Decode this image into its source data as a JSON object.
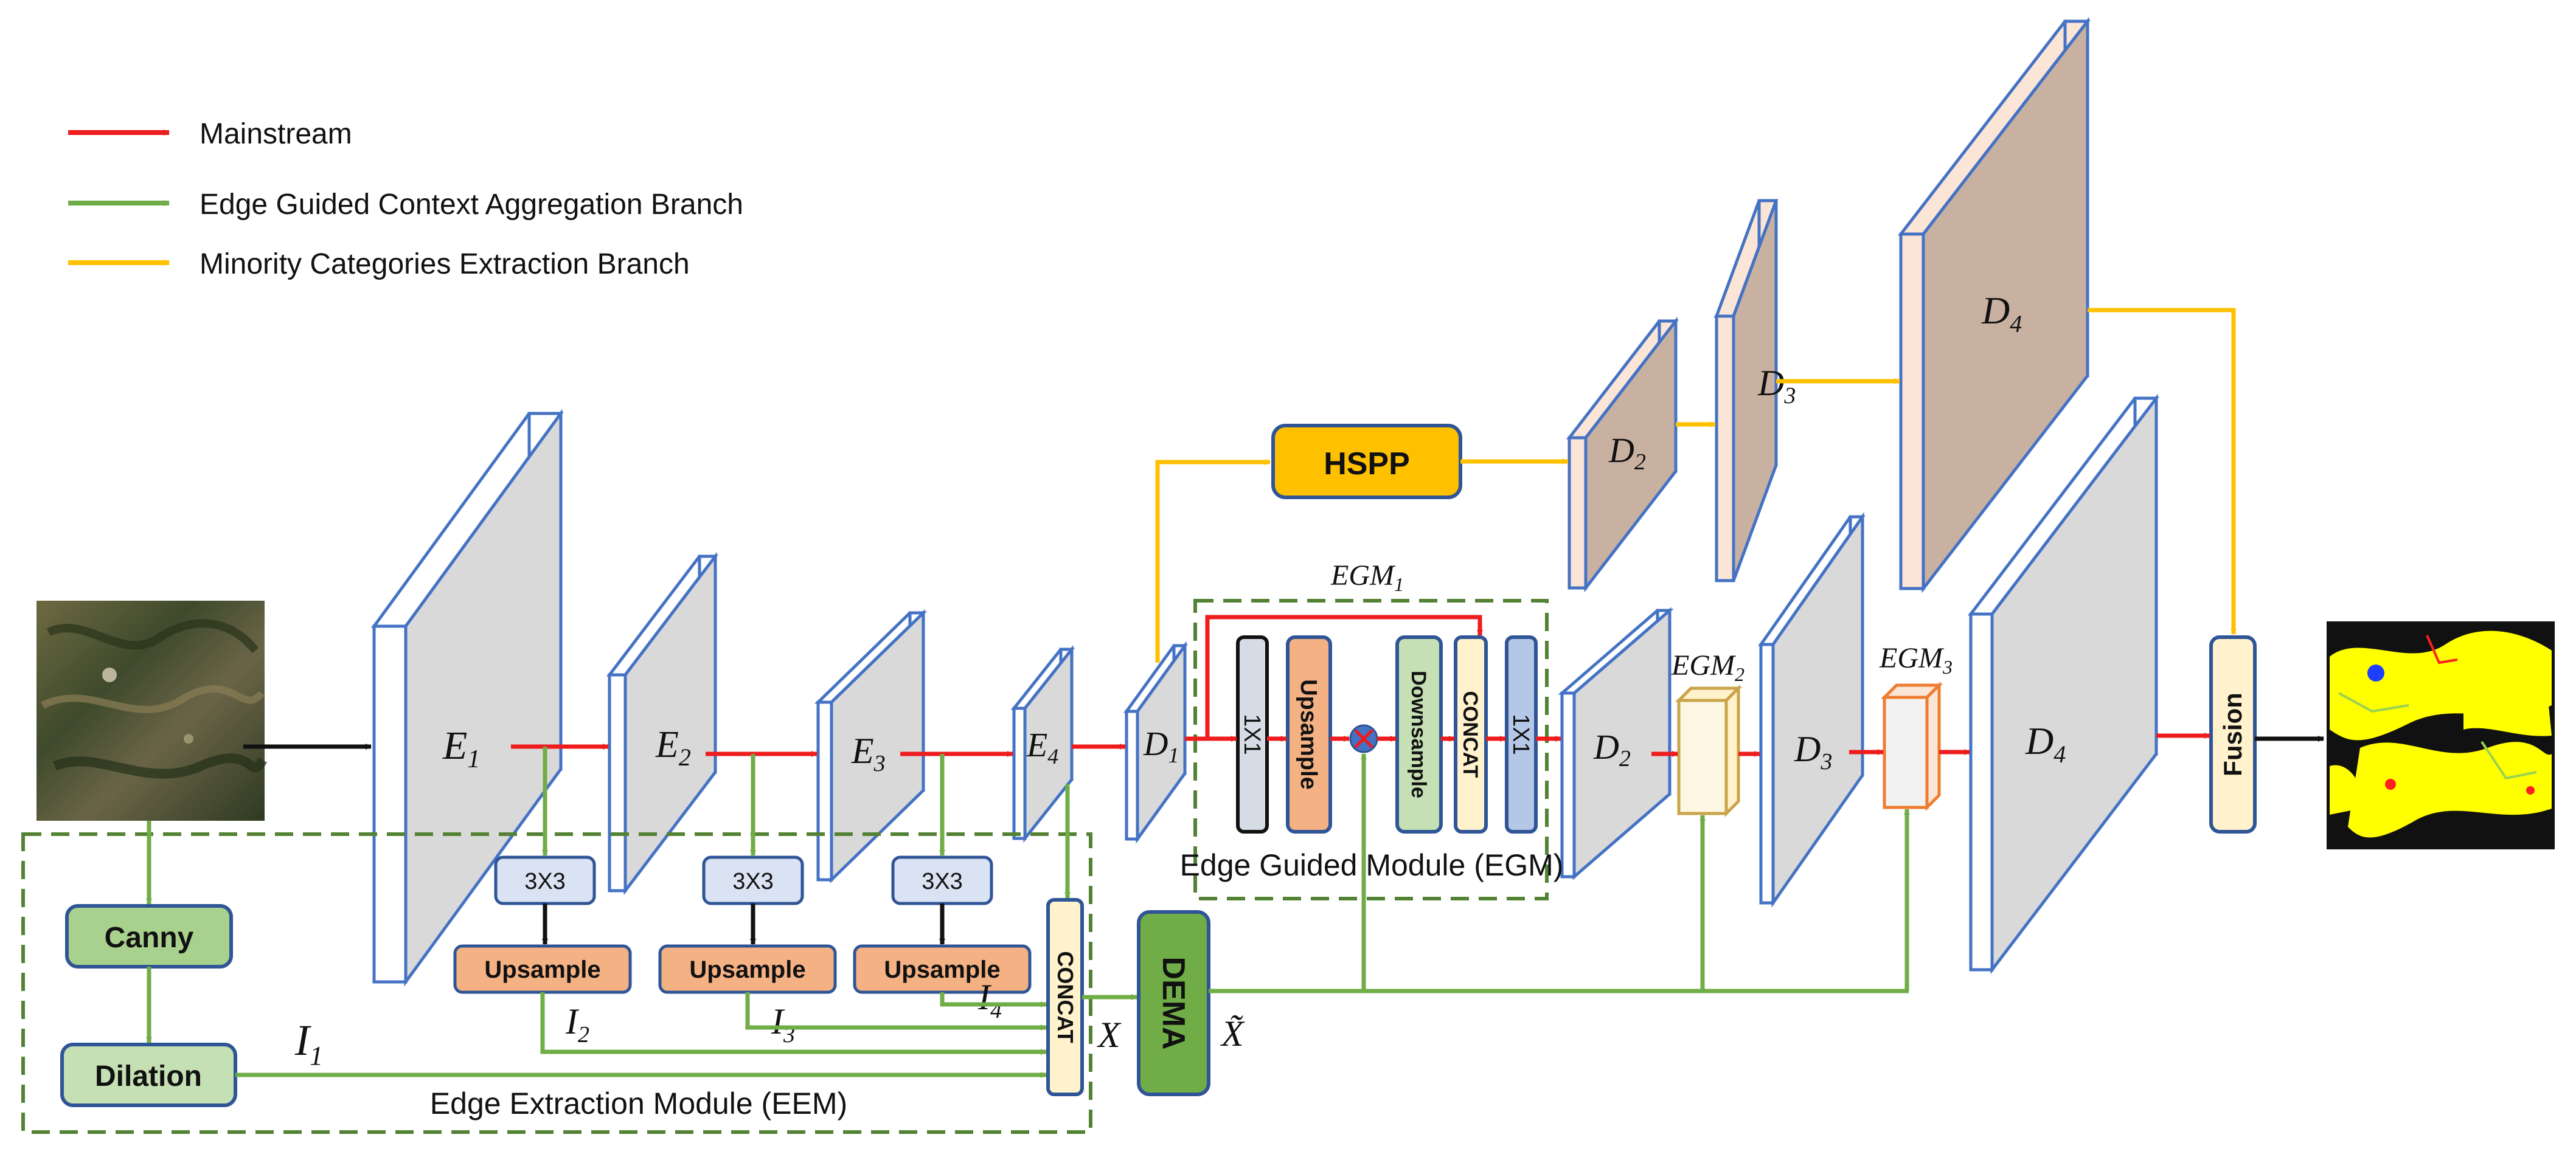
{
  "legend": {
    "mainstream": "Mainstream",
    "edge_branch": "Edge Guided Context Aggregation Branch",
    "minority_branch": "Minority Categories Extraction Branch"
  },
  "encoder": {
    "e1": "E",
    "e1_sub": "1",
    "e2": "E",
    "e2_sub": "2",
    "e3": "E",
    "e3_sub": "3",
    "e4": "E",
    "e4_sub": "4"
  },
  "decoder": {
    "d": "D",
    "d1_sub": "1",
    "d2_sub": "2",
    "d3_sub": "3",
    "d4_sub": "4"
  },
  "eem": {
    "title": "Edge Extraction Module (EEM)",
    "canny": "Canny",
    "dilation": "Dilation",
    "conv": "3X3",
    "upsample": "Upsample",
    "concat": "CONCAT",
    "i": "I",
    "i1_sub": "1",
    "i2_sub": "2",
    "i3_sub": "3",
    "i4_sub": "4",
    "x": "X",
    "x_tilde": "X̃"
  },
  "egm": {
    "title": "Edge Guided Module (EGM)",
    "conv1": "1X1",
    "upsample": "Upsample",
    "downsample": "Downsample",
    "concat": "CONCAT",
    "conv2": "1X1",
    "egm": "EGM",
    "egm1_sub": "1",
    "egm2_sub": "2",
    "egm3_sub": "3"
  },
  "blocks": {
    "hspp": "HSPP",
    "dema": "DEMA",
    "fusion": "Fusion"
  },
  "colors": {
    "mainstream": "#ee1c1c",
    "edge": "#70ad47",
    "minority": "#ffc000"
  }
}
